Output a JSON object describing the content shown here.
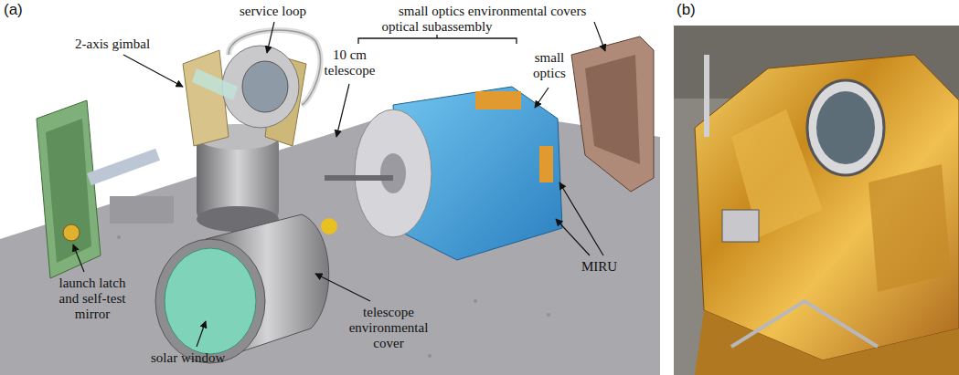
{
  "diagram": {
    "labels": [
      "(a)",
      "(b)",
      "service loop",
      "small optics environmental covers",
      "optical subassembly",
      "2-axis gimbal",
      "10 cm telescope",
      "small optics",
      "MIRU",
      "launch latch and self-test mirror",
      "solar window",
      "telescope environmental cover"
    ]
  }
}
